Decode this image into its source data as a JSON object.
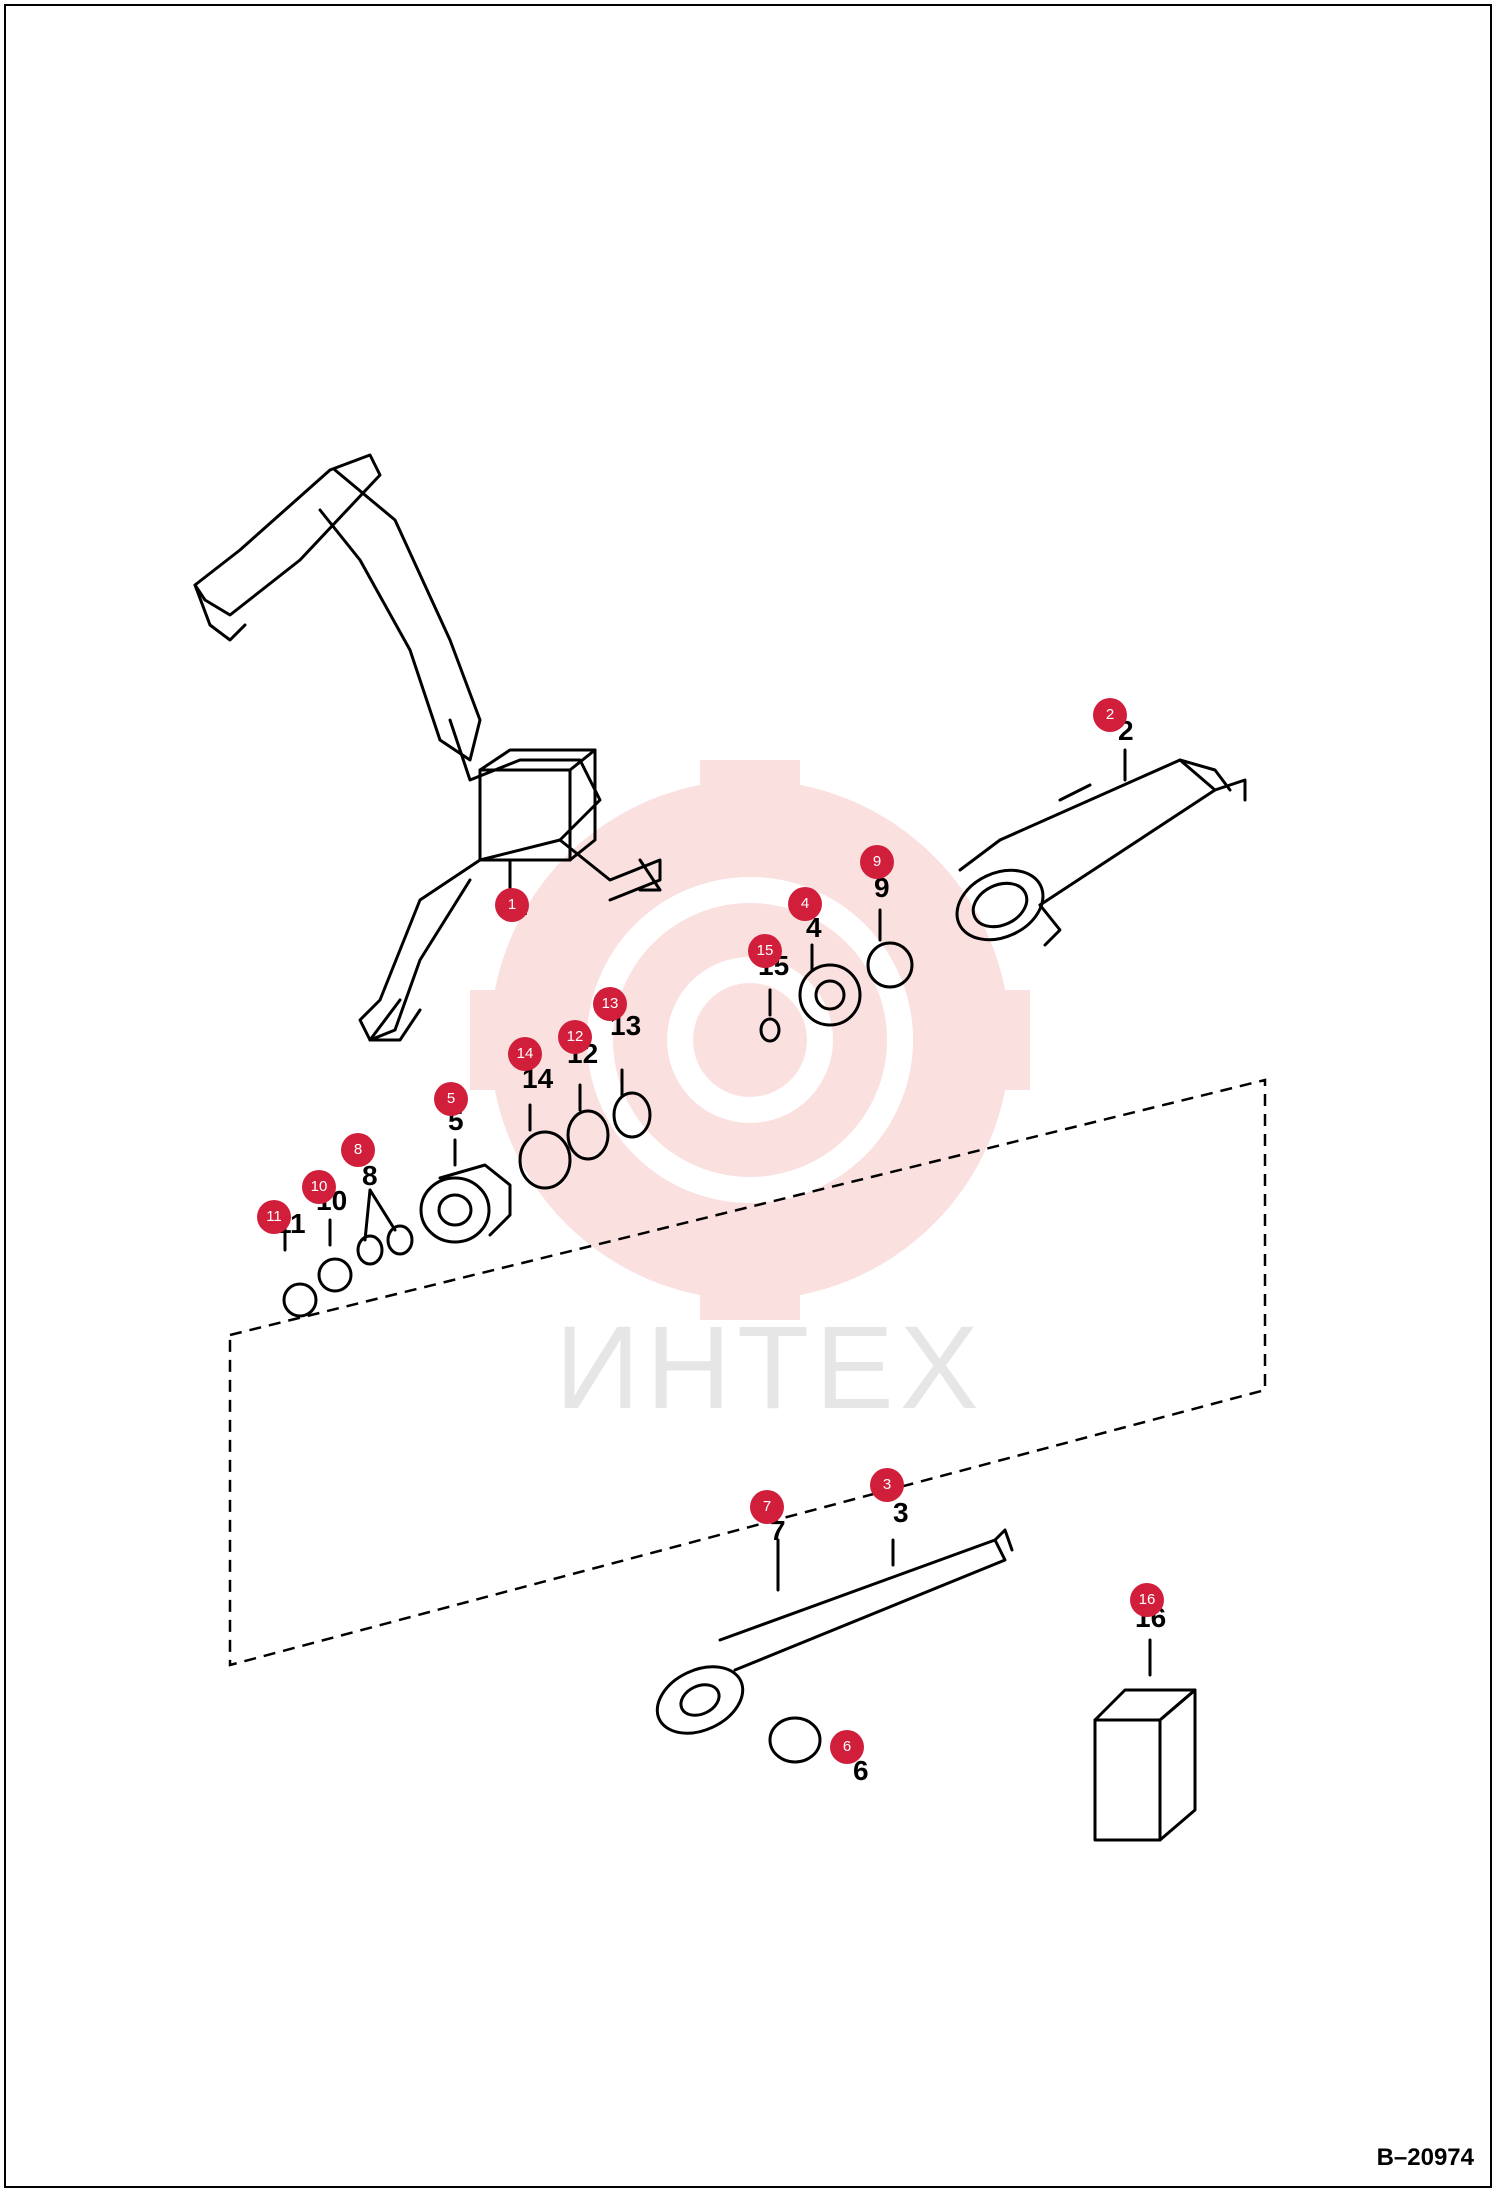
{
  "diagram": {
    "drawing_code": "B–20974",
    "watermark": "ИНТЕХ",
    "accent_color": "#d11f3b",
    "parts": [
      {
        "id": "1",
        "callout": "1",
        "label": "1"
      },
      {
        "id": "2",
        "callout": "2",
        "label": "2"
      },
      {
        "id": "3",
        "callout": "3",
        "label": "3"
      },
      {
        "id": "4",
        "callout": "4",
        "label": "4"
      },
      {
        "id": "5",
        "callout": "5",
        "label": "5"
      },
      {
        "id": "6",
        "callout": "6",
        "label": "6"
      },
      {
        "id": "7",
        "callout": "7",
        "label": "7"
      },
      {
        "id": "8",
        "callout": "8",
        "label": "8"
      },
      {
        "id": "9",
        "callout": "9",
        "label": "9"
      },
      {
        "id": "10",
        "callout": "10",
        "label": "10"
      },
      {
        "id": "11",
        "callout": "11",
        "label": "11"
      },
      {
        "id": "12",
        "callout": "12",
        "label": "12"
      },
      {
        "id": "13",
        "callout": "13",
        "label": "13"
      },
      {
        "id": "14",
        "callout": "14",
        "label": "14"
      },
      {
        "id": "15",
        "callout": "15",
        "label": "15"
      },
      {
        "id": "16",
        "callout": "16",
        "label": "16"
      }
    ]
  }
}
